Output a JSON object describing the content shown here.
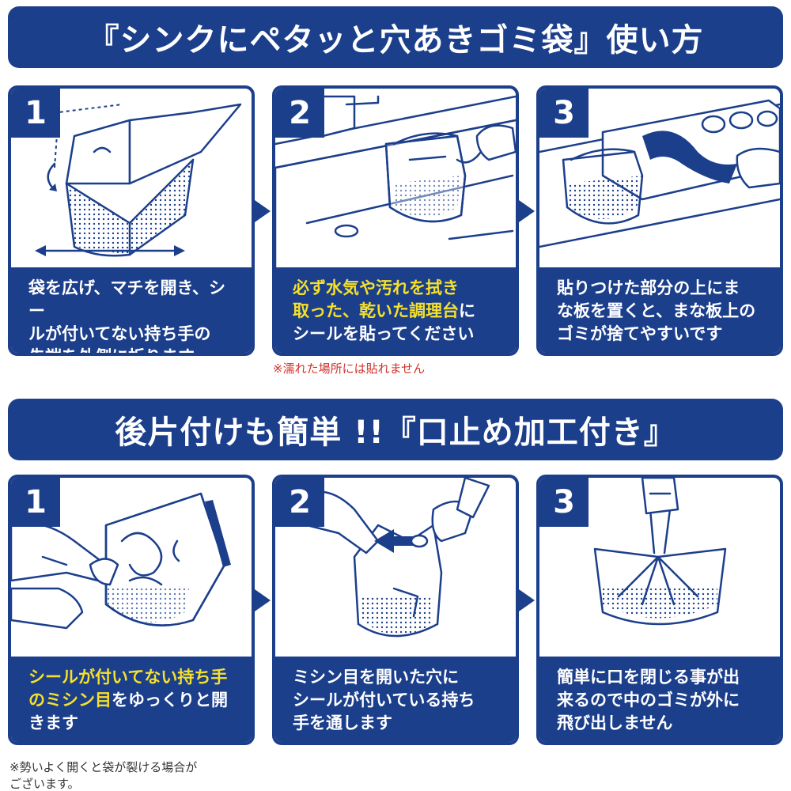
{
  "section1": {
    "title": "『シンクにペタッと穴あきゴミ袋』使い方",
    "steps": [
      {
        "number": "1",
        "lines": [
          {
            "text": "袋を広げ、マチを開き、シー",
            "highlight": false
          },
          {
            "text": "ルが付いてない持ち手の",
            "highlight": false
          },
          {
            "text": "先端を外側に折ります",
            "highlight": false
          }
        ]
      },
      {
        "number": "2",
        "lines": [
          {
            "text": "必ず水気や汚れを拭き",
            "highlight": true
          },
          {
            "text": "取った、乾いた調理台",
            "highlight": true,
            "tail": "に"
          },
          {
            "text": "シールを貼ってください",
            "highlight": false
          }
        ]
      },
      {
        "number": "3",
        "lines": [
          {
            "text": "貼りつけた部分の上にま",
            "highlight": false
          },
          {
            "text": "な板を置くと、まな板上の",
            "highlight": false
          },
          {
            "text": "ゴミが捨てやすいです",
            "highlight": false
          }
        ]
      }
    ],
    "note": "※濡れた場所には貼れません"
  },
  "section2": {
    "title": "後片付けも簡単 !!『口止め加工付き』",
    "steps": [
      {
        "number": "1",
        "lines": [
          {
            "text": "シールが付いてない持ち手",
            "highlight": true
          },
          {
            "text": "のミシン目",
            "highlight": true,
            "tail": "をゆっくりと開"
          },
          {
            "text": "きます",
            "highlight": false
          }
        ]
      },
      {
        "number": "2",
        "lines": [
          {
            "text": "ミシン目を開いた穴に",
            "highlight": false
          },
          {
            "text": "シールが付いている持ち",
            "highlight": false
          },
          {
            "text": "手を通します",
            "highlight": false
          }
        ]
      },
      {
        "number": "3",
        "lines": [
          {
            "text": "簡単に口を閉じる事が出",
            "highlight": false
          },
          {
            "text": "来るので中のゴミが外に",
            "highlight": false
          },
          {
            "text": "飛び出しません",
            "highlight": false
          }
        ]
      }
    ],
    "note_lines": [
      "※勢いよく開くと袋が裂ける場合が",
      "ございます。"
    ]
  },
  "colors": {
    "primary": "#1c3f8c",
    "highlight": "#f5e02a",
    "note_red": "#d1312a"
  }
}
